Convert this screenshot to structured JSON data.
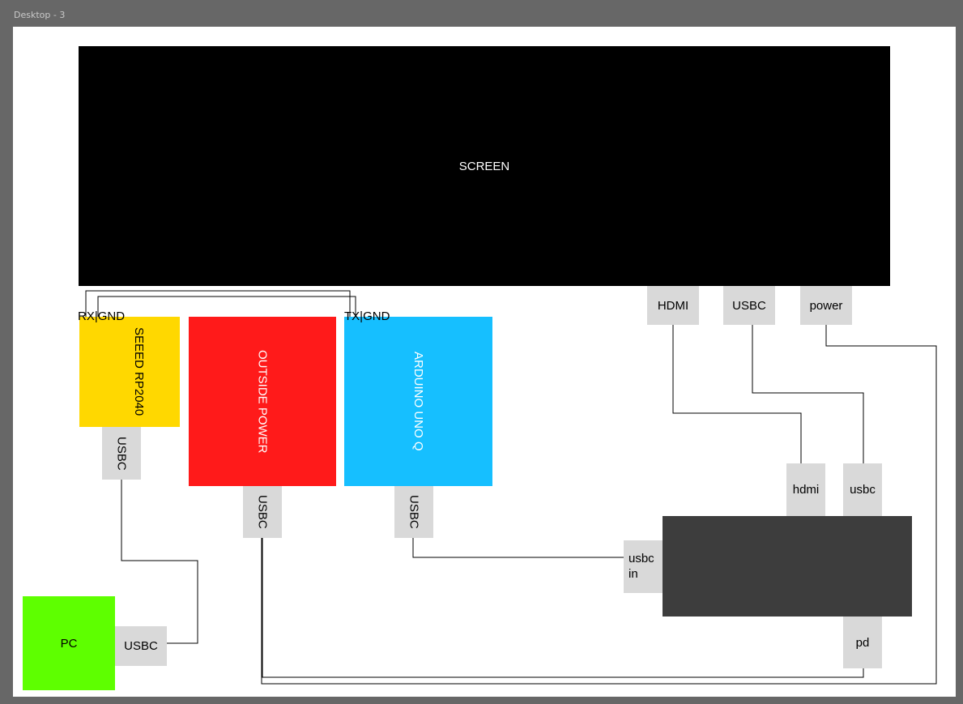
{
  "frame": {
    "title": "Desktop - 3"
  },
  "colors": {
    "frame_bg": "#676767",
    "canvas_bg": "#ffffff",
    "screen": "#000000",
    "seeed": "#ffd800",
    "outside_power": "#ff1a1a",
    "arduino": "#16bfff",
    "pc": "#5eff00",
    "hub": "#3d3d3d",
    "port": "#d9d9d9",
    "wire": "#000000"
  },
  "screen": {
    "label": "SCREEN",
    "ports": {
      "hdmi": "HDMI",
      "usbc": "USBC",
      "power": "power"
    }
  },
  "seeed": {
    "label": "SEEED RP2040",
    "pins": "RX|GND",
    "port": "USBC"
  },
  "outside_power": {
    "label": "OUTSIDE POWER",
    "port": "USBC"
  },
  "arduino": {
    "label": "ARDUINO UNO Q",
    "pins": "TX|GND",
    "port": "USBC"
  },
  "pc": {
    "label": "PC",
    "port": "USBC"
  },
  "hub": {
    "ports": {
      "hdmi": "hdmi",
      "usbc": "usbc",
      "usbc_in_line1": "usbc",
      "usbc_in_line2": "in",
      "pd": "pd"
    }
  }
}
